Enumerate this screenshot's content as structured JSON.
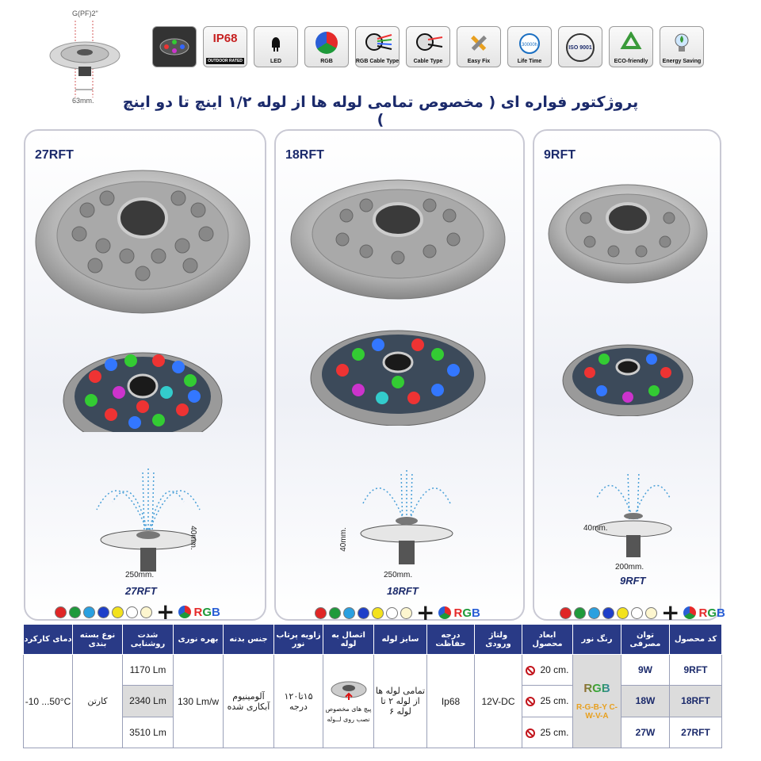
{
  "diagram": {
    "top_label": "G(PF)2\"",
    "bottom_label": "63mm."
  },
  "features": [
    {
      "name": "photo",
      "label": ""
    },
    {
      "name": "ip68",
      "label": "OUTDOOR RATED",
      "big": "IP68"
    },
    {
      "name": "led",
      "label": "LED"
    },
    {
      "name": "rgb",
      "label": "RGB"
    },
    {
      "name": "rgb-cable",
      "label": "RGB Cable Type"
    },
    {
      "name": "cable",
      "label": "Cable Type"
    },
    {
      "name": "easy-fix",
      "label": "Easy Fix"
    },
    {
      "name": "life-time",
      "label": "Life Time",
      "big": "30000h"
    },
    {
      "name": "iso",
      "label": "",
      "big": "ISO 9001"
    },
    {
      "name": "eco",
      "label": "ECO-friendly"
    },
    {
      "name": "energy",
      "label": "Energy Saving"
    }
  ],
  "title": "پروژکتور فواره ای ( مخصوص تمامی لوله ها از لوله ۱/۲ اینچ تا دو اینچ )",
  "products": [
    {
      "code": "27RFT",
      "height": "40mm.",
      "width": "250mm.",
      "caption": "27RFT"
    },
    {
      "code": "18RFT",
      "height": "40mm.",
      "width": "250mm.",
      "caption": "18RFT"
    },
    {
      "code": "9RFT",
      "height": "40mm.",
      "width": "200mm.",
      "caption": "9RFT"
    }
  ],
  "color_options": {
    "colors": [
      "#e02626",
      "#1f9a3b",
      "#2aa0e0",
      "#1e3fc9",
      "#f3e21d",
      "#ffffff",
      "#fdf6cf"
    ],
    "rgb_label": "RGB"
  },
  "table": {
    "headers": [
      "دمای کارکرد",
      "نوع بسته بندی",
      "شدت روشنایی",
      "بهره نوری",
      "جنس بدنه",
      "زاویه پرتاب نور",
      "اتصال به لوله",
      "سایز لوله",
      "درجه حفاظت",
      "ولتاژ ورودی",
      "ابعاد محصول",
      "رنگ نور",
      "توان مصرفی",
      "کد محصول"
    ],
    "temp": "-10 ...50°C",
    "packing": "کارتن",
    "efficiency": "130 Lm/w",
    "body": "آلومینیوم آبکاری شده",
    "beam": "۱۵تا۱۲۰ درجه",
    "connection_note": "پیچ های مخصوص نصب روی لــوله",
    "pipe": "تمامی لوله ها از لوله ۲ تا لوله ۶",
    "ip": "Ip68",
    "voltage": "12V-DC",
    "light_color": "RGB",
    "light_options": "R-G-B-Y C-W-V-A",
    "rows": [
      {
        "code": "9RFT",
        "power": "9W",
        "size": "20 cm.",
        "lumen": "1170 Lm"
      },
      {
        "code": "18RFT",
        "power": "18W",
        "size": "25 cm.",
        "lumen": "2340 Lm"
      },
      {
        "code": "27RFT",
        "power": "27W",
        "size": "25 cm.",
        "lumen": "3510 Lm"
      }
    ]
  }
}
